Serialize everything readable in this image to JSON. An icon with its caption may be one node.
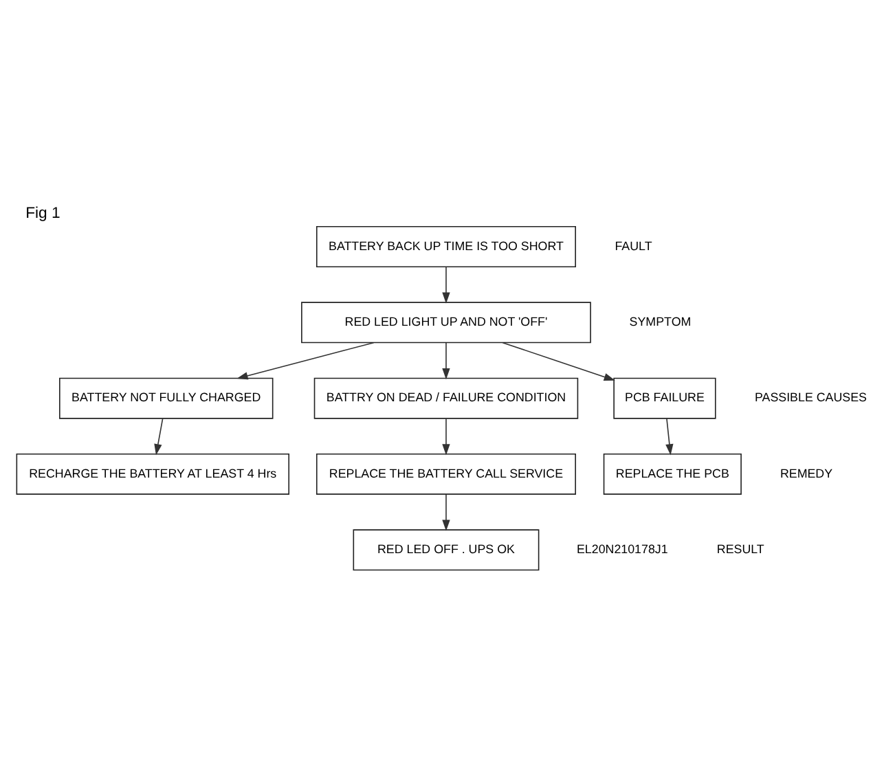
{
  "diagram": {
    "title": "Fig 1",
    "nodes": [
      {
        "text": [
          "BATTERY BACK UP TIME IS TOO SHORT"
        ]
      },
      {
        "text": [
          "RED LED LIGHT UP AND NOT 'OFF'"
        ]
      },
      {
        "text": [
          "BATTERY NOT FULLY CHARGED"
        ]
      },
      {
        "text": [
          "BATTRY ON DEAD / FAILURE CONDITION"
        ]
      },
      {
        "text": [
          "PCB FAILURE"
        ]
      },
      {
        "text": [
          "RECHARGE THE BATTERY AT LEAST 4 Hrs"
        ]
      },
      {
        "text": [
          "REPLACE THE BATTERY CALL SERVICE"
        ]
      },
      {
        "text": [
          "REPLACE THE PCB"
        ]
      },
      {
        "text": [
          "RED LED OFF . UPS OK"
        ]
      }
    ],
    "edges": [
      {
        "from": 0,
        "to": 1,
        "arrow": "to"
      },
      {
        "from": 1,
        "to": 2,
        "arrow": "to"
      },
      {
        "from": 1,
        "to": 3,
        "arrow": "to"
      },
      {
        "from": 1,
        "to": 4,
        "arrow": "to"
      },
      {
        "from": 2,
        "to": 5,
        "arrow": "to"
      },
      {
        "from": 3,
        "to": 6,
        "arrow": "to"
      },
      {
        "from": 4,
        "to": 7,
        "arrow": "to"
      },
      {
        "from": 6,
        "to": 8,
        "arrow": "to"
      }
    ],
    "labels": [
      "FAULT",
      "SYMPTOM",
      "PASSIBLE CAUSES",
      "REMEDY",
      "RESULT",
      "EL20N210178J1"
    ]
  }
}
